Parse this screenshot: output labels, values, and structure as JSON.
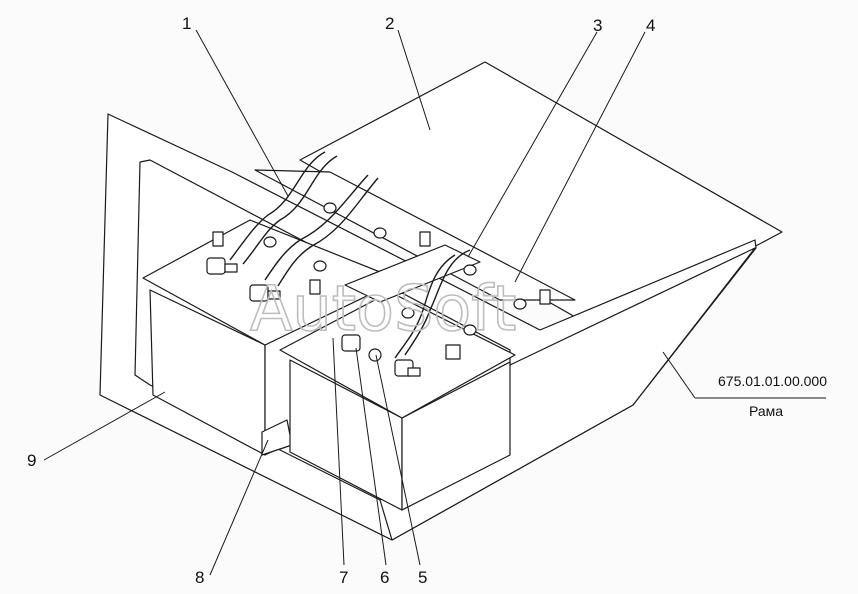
{
  "callouts": {
    "c1": "1",
    "c2": "2",
    "c3": "3",
    "c4": "4",
    "c5": "5",
    "c6": "6",
    "c7": "7",
    "c8": "8",
    "c9": "9"
  },
  "reference": {
    "part_number": "675.01.01.00.000",
    "part_name": "Рама"
  },
  "watermark": "AutoSoft",
  "colors": {
    "line": "#1a1a1a",
    "fill": "#ffffff",
    "background": "#fbfbfb",
    "watermark": "#bdbdbd"
  }
}
